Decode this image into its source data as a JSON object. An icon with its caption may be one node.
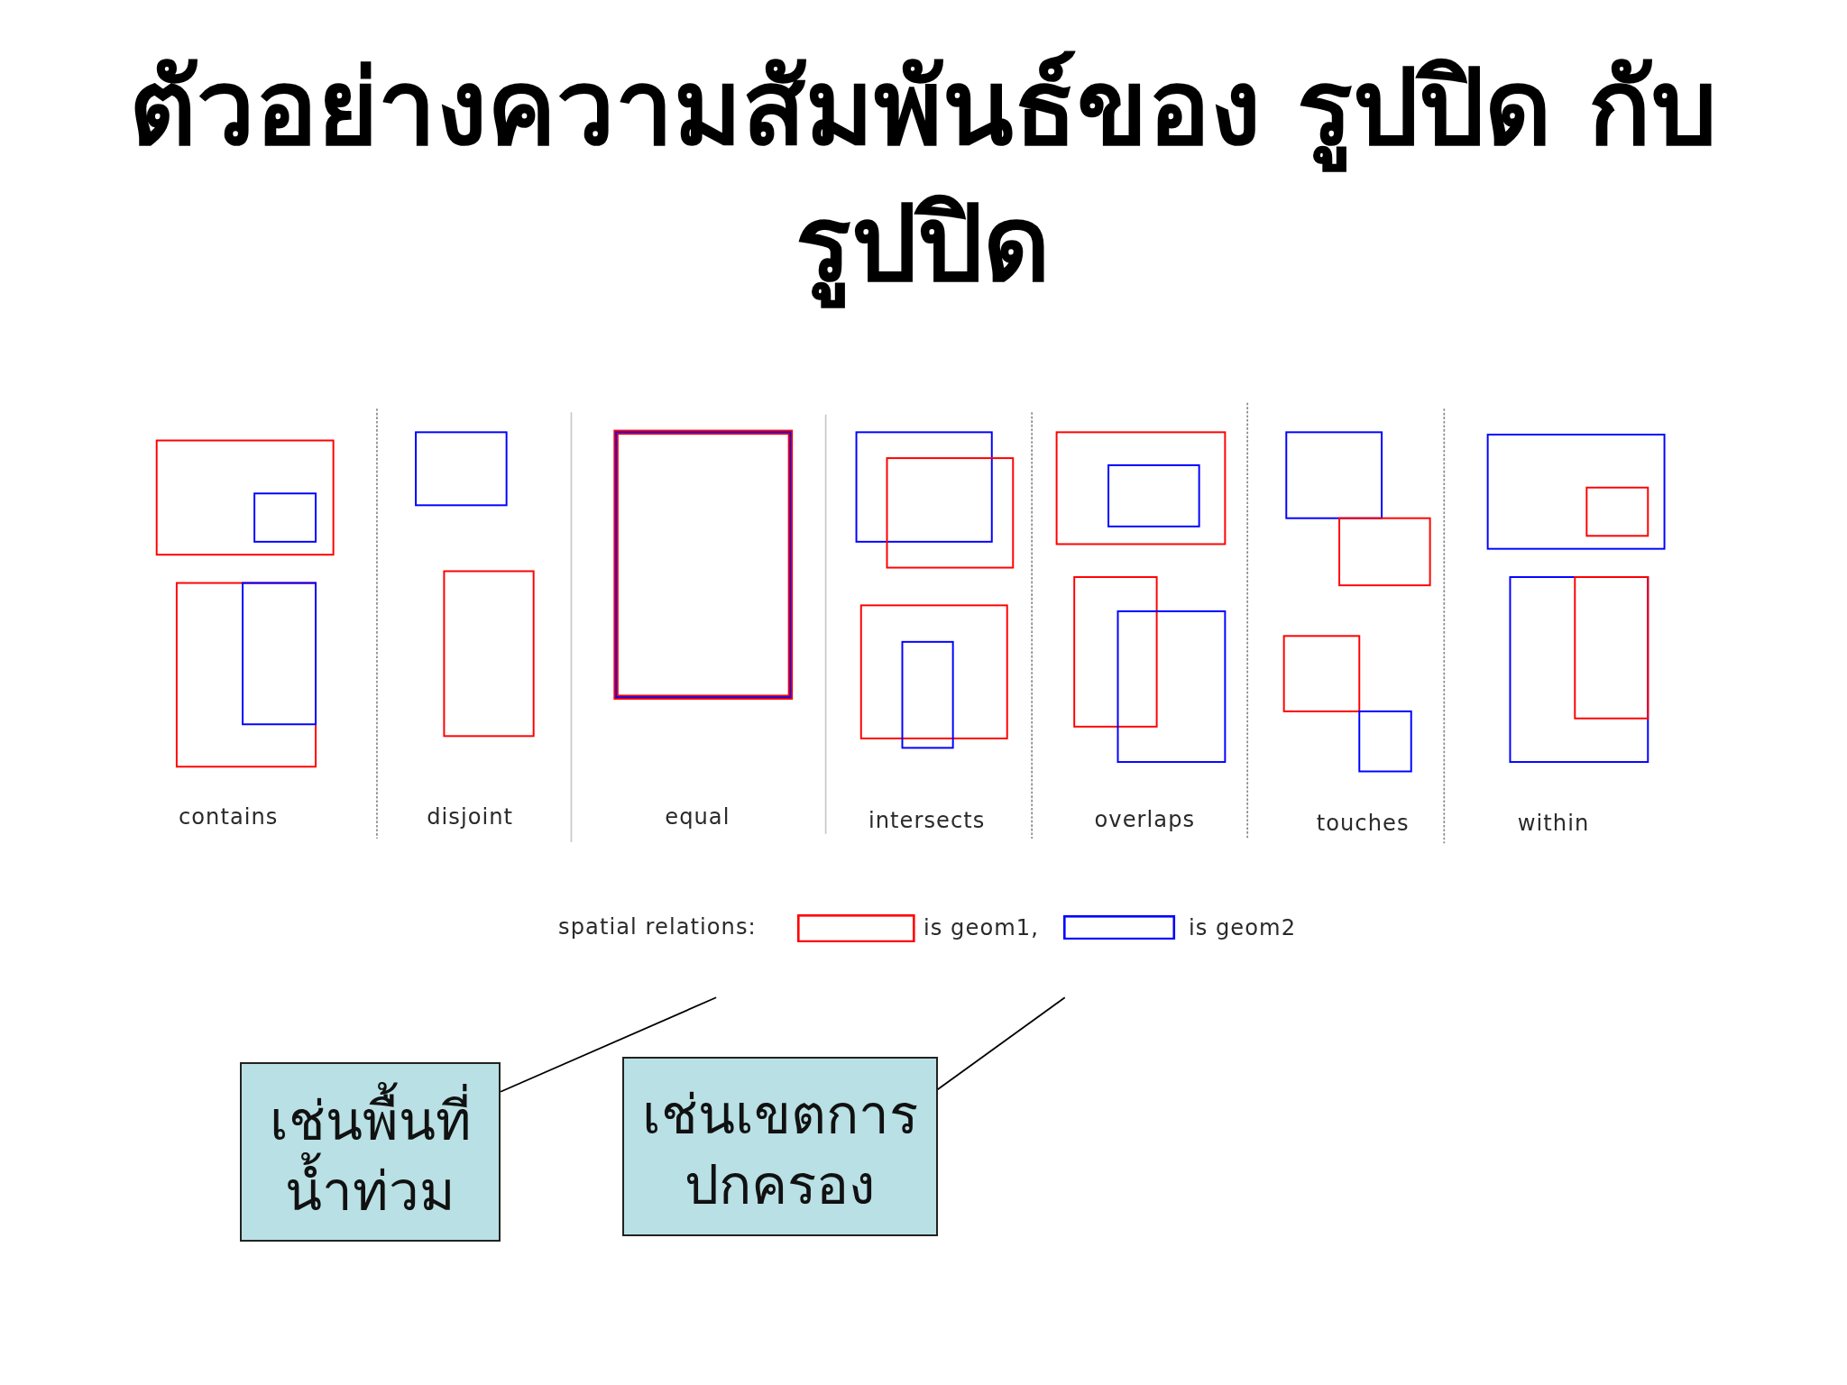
{
  "diagram": {
    "title": "ตัวอย่างความสัมพันธ์ของ รูปปิด กับ รูปปิด",
    "nodes": [
      {
        "text": [
          "เช่นพื้นที่น้ำท่วม"
        ]
      },
      {
        "text": [
          "เช่นเขตการปกครอง"
        ]
      }
    ],
    "edges": [
      {
        "from": 0,
        "to": null,
        "arrow": "none"
      },
      {
        "from": 1,
        "to": null,
        "arrow": "none"
      }
    ],
    "labels": [
      "contains",
      "disjoint",
      "equal",
      "intersects",
      "overlaps",
      "touches",
      "within",
      "spatial relations:"
    ],
    "legend": [
      {
        "text": "is geom1,",
        "color": "#ff0000"
      },
      {
        "text": "is geom2",
        "color": "#0000ff"
      }
    ]
  }
}
